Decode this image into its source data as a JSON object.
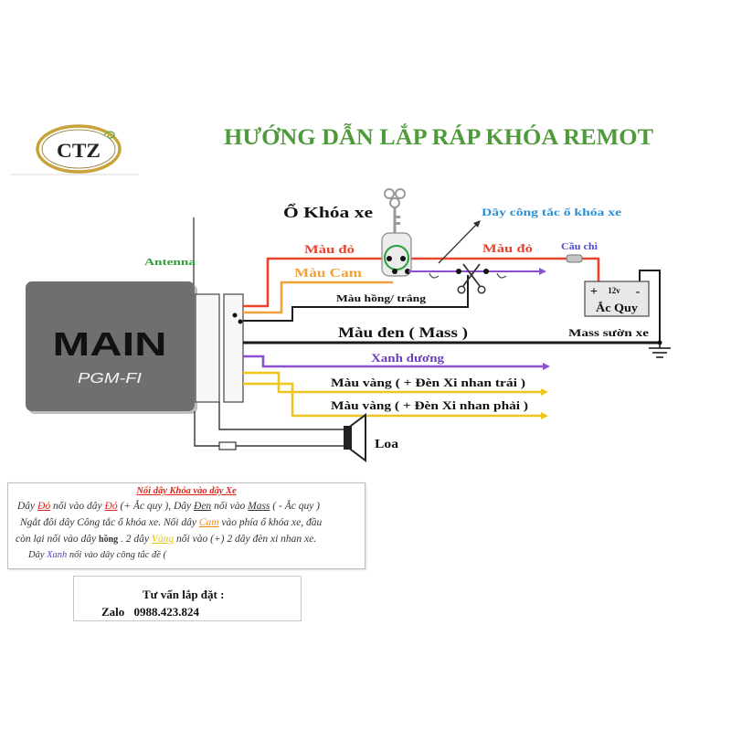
{
  "logo": {
    "text": "CTZ"
  },
  "title": "HƯỚNG DẪN LẮP RÁP KHÓA REMOT",
  "main_unit": {
    "label": "MAIN",
    "model": "PGM-FI"
  },
  "labels": {
    "antenna": "Antenna",
    "ignition_lock": "Ổ Khóa xe",
    "switch_wire": "Dây công tắc ổ khóa xe",
    "red_left": "Màu đỏ",
    "red_right": "Màu đỏ",
    "fuse": "Cầu chì",
    "orange": "Màu Cam",
    "pink_white": "Màu hồng/ trắng",
    "black_mass": "Màu đen ( Mass )",
    "chassis_ground": "Mass sườn xe",
    "blue": "Xanh dương",
    "yellow_left": "Màu vàng ( + Đèn Xi nhan trái )",
    "yellow_right": "Màu vàng ( + Đèn Xi nhan phải )",
    "speaker": "Loa"
  },
  "battery": {
    "plus": "+",
    "voltage": "12v",
    "minus": "-",
    "label": "Ắc Quy"
  },
  "instructions": {
    "title": "Nối dây Khóa vào dây Xe",
    "lines": [
      [
        {
          "text": "Dây "
        },
        {
          "text": "Đỏ",
          "color": "#e0251b",
          "underline": true
        },
        {
          "text": " nối vào dây "
        },
        {
          "text": "Đỏ",
          "color": "#e0251b",
          "underline": true
        },
        {
          "text": " (+ Ắc quy ), Dây "
        },
        {
          "text": "Đen",
          "underline": true
        },
        {
          "text": " nối vào "
        },
        {
          "text": "Mass",
          "underline": true
        },
        {
          "text": " ( - Ắc quy )"
        }
      ],
      [
        {
          "text": "Ngắt đôi dây Công tắc ổ khóa xe. Nối dây "
        },
        {
          "text": "Cam",
          "color": "#f08c1e",
          "underline": true
        },
        {
          "text": " vào phía ổ khóa xe, đầu"
        }
      ],
      [
        {
          "text": "còn lại nối vào dây "
        },
        {
          "text": "hồng",
          "upright": true
        },
        {
          "text": " . 2 dây "
        },
        {
          "text": "Vàng",
          "color": "#e8c21a",
          "underline": true
        },
        {
          "text": " nối vào (+) 2 dây đèn xi nhan xe."
        }
      ],
      [
        {
          "text": "Dây "
        },
        {
          "text": "Xanh",
          "color": "#5a3fb8"
        },
        {
          "text": " nối vào dây công tắc đề ("
        }
      ]
    ]
  },
  "consult": {
    "heading": "Tư vấn lắp đặt :",
    "channel": "Zalo",
    "phone": "0988.423.824"
  },
  "icons": {
    "key": "key-icon",
    "scissors": "scissors-icon",
    "speaker": "speaker-icon",
    "ground": "ground-icon",
    "fuse": "fuse-icon"
  },
  "colors": {
    "title_green": "#4f9a3a",
    "wire_red": "#e8432b",
    "wire_orange": "#f2a13a",
    "wire_purple": "#8c4fd0",
    "wire_yellow": "#edc51e",
    "wire_black": "#1a1a1a",
    "label_blue": "#2b8fd6",
    "fuse_label": "#4a4ad0",
    "antenna_green": "#2f9b3a",
    "main_gray": "#6f6f6f",
    "logo_gold": "#c9a23a"
  }
}
